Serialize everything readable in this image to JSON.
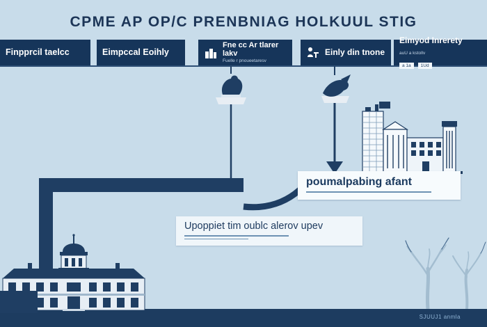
{
  "title": "CPME AP OP/C PRENBNIAG HOLKUUL STIG",
  "header": {
    "boxes": [
      {
        "label": "Finpprcil taelcc"
      },
      {
        "label": "Eimpccal Eoihly"
      },
      {
        "label": "Fne cc Ar tlarer lakv",
        "sub": "Fuelle r pnoueetaresv"
      },
      {
        "label": "Einly din tnone"
      },
      {
        "label": "Eimyod Inrerety",
        "sub": "auU a kstollv",
        "badge_left": "a 1a",
        "badge_right": "1Ud"
      }
    ]
  },
  "callouts": {
    "main": "poumalpabing afant",
    "secondary": "Upoppiet tim oublc alerov upev"
  },
  "footer": {
    "caption": "SJUUJ1 anmla"
  },
  "icons": {
    "box3": "buildings-icon",
    "box4": "person-desk-icon",
    "statue_left": "seated-figure-statue-icon",
    "statue_right": "pointing-figure-statue-icon",
    "flow": "pipe-and-arrow-connectors"
  },
  "colors": {
    "background": "#c8dcea",
    "navy": "#1d3c60",
    "panel": "#f7fbfd",
    "divider": "#2e4f76"
  }
}
